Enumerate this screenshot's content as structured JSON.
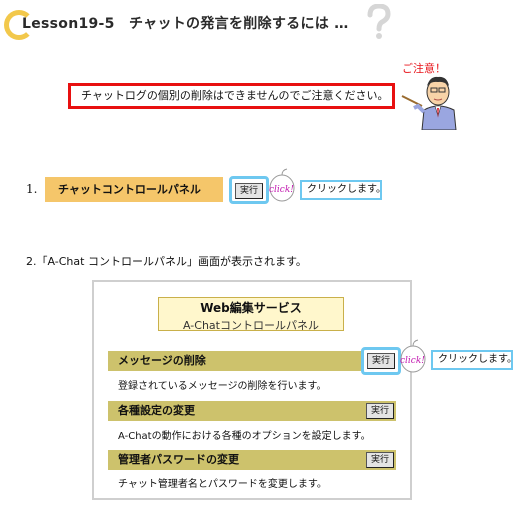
{
  "header": {
    "title": "Lesson19-5　チャットの発言を削除するには …"
  },
  "notice": {
    "text": "チャットログの個別の削除はできませんのでご注意ください。",
    "caution_label": "ご注意！"
  },
  "step1": {
    "number": "1.",
    "panel_label": "チャットコントロールパネル",
    "exec_label": "実行",
    "click_label": "click!",
    "callout": "クリックします。"
  },
  "step2": {
    "text": "2.「A-Chat コントロールパネル」画面が表示されます。"
  },
  "panel": {
    "title": "Web編集サービス",
    "subtitle": "A-Chatコントロールパネル",
    "sections": [
      {
        "title": "メッセージの削除",
        "exec_label": "実行",
        "description": "登録されているメッセージの削除を行います。"
      },
      {
        "title": "各種設定の変更",
        "exec_label": "実行",
        "description": "A-Chatの動作における各種のオプションを設定します。"
      },
      {
        "title": "管理者パスワードの変更",
        "exec_label": "実行",
        "description": "チャット管理者名とパスワードを変更します。"
      }
    ],
    "click_label": "click!",
    "callout": "クリックします。"
  },
  "colors": {
    "notice_border": "#e81010",
    "highlight_border": "#6ec8f0",
    "panel_tag": "#f5c66a",
    "section_bar": "#cdc26c",
    "header_fill": "#fff7cc"
  }
}
